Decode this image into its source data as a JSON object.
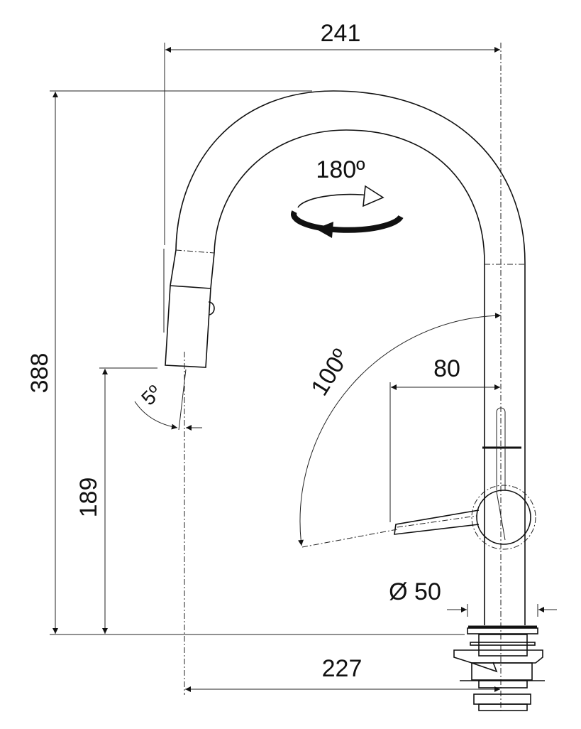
{
  "drawing": {
    "dimensions": {
      "total_width": "241",
      "total_height": "388",
      "spout_outlet_height": "189",
      "spout_reach": "227",
      "lever_reach": "80",
      "base_diameter": "Ø 50"
    },
    "angles": {
      "spout_swivel": "180º",
      "lever_rotation": "100º",
      "spray_tilt": "5º"
    }
  }
}
